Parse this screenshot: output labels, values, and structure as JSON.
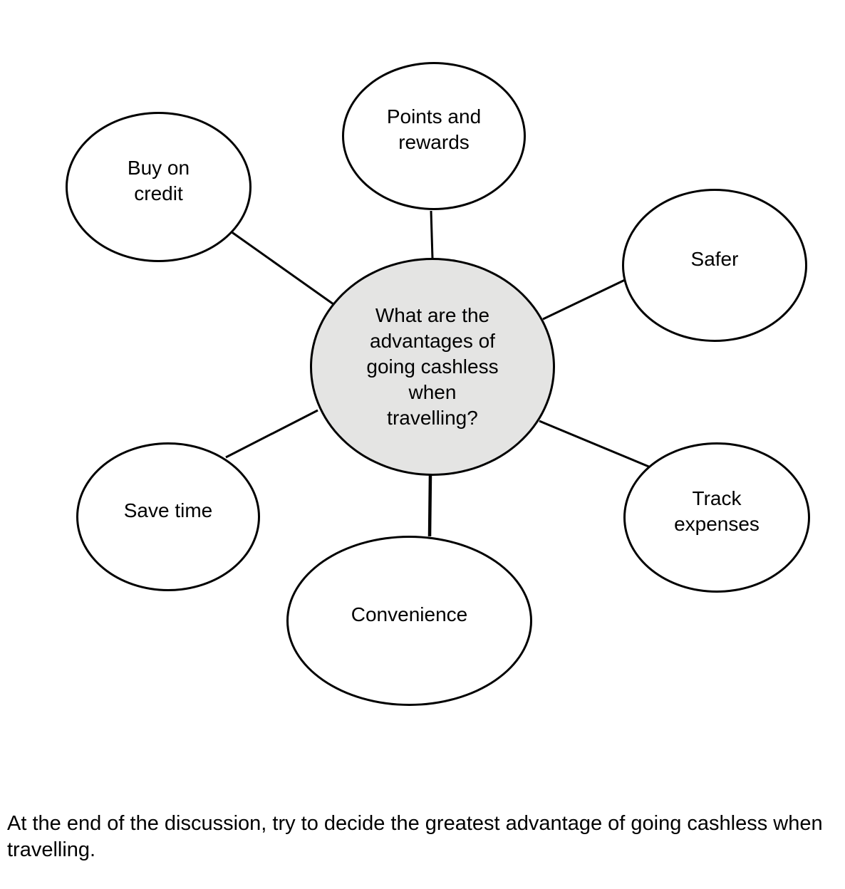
{
  "diagram": {
    "title_node": {
      "label": "What are the\nadvantages of\ngoing cashless\nwhen\ntravelling?",
      "fill_color": "#e4e4e3",
      "stroke_color": "#000000"
    },
    "nodes": [
      {
        "id": "points-and-rewards",
        "label": "Points and\nrewards"
      },
      {
        "id": "buy-on-credit",
        "label": "Buy on\ncredit"
      },
      {
        "id": "safer",
        "label": "Safer"
      },
      {
        "id": "save-time",
        "label": "Save time"
      },
      {
        "id": "track-expenses",
        "label": "Track\nexpenses"
      },
      {
        "id": "convenience",
        "label": "Convenience"
      }
    ],
    "node_fill_color": "#ffffff",
    "connector_color": "#000000"
  },
  "footer": {
    "text": "At the end of the discussion, try to decide the greatest advantage of going cashless when\ntravelling."
  }
}
